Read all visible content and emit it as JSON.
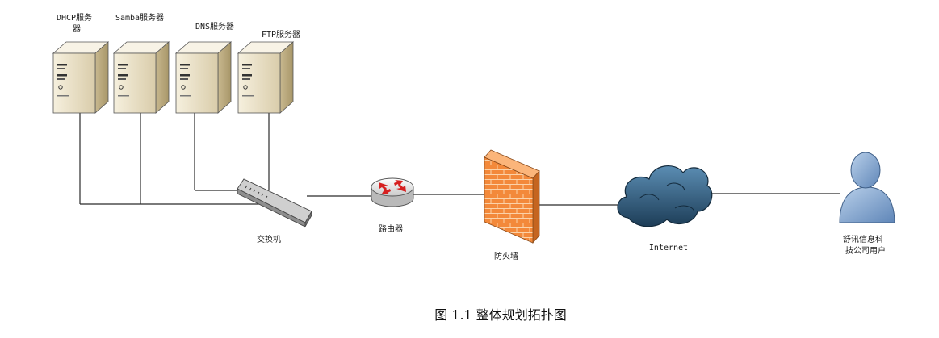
{
  "diagram": {
    "servers": {
      "dhcp": {
        "label_l1": "DHCP服务",
        "label_l2": "器"
      },
      "samba": {
        "label": "Samba服务器"
      },
      "dns": {
        "label": "DNS服务器"
      },
      "ftp": {
        "label": "FTP服务器"
      }
    },
    "switch": {
      "label": "交换机"
    },
    "router": {
      "label": "路由器"
    },
    "firewall": {
      "label": "防火墙"
    },
    "internet": {
      "label": "Internet"
    },
    "user": {
      "label_l1": "舒讯信息科",
      "label_l2": "技公司用户"
    },
    "caption": "图 1.1 整体规划拓扑图"
  },
  "colors": {
    "server_body": "#efe6cf",
    "firewall": "#f08a3c",
    "cloud": "#2d5878",
    "router_arrows": "#d62020",
    "user": "#7ea3cf"
  }
}
